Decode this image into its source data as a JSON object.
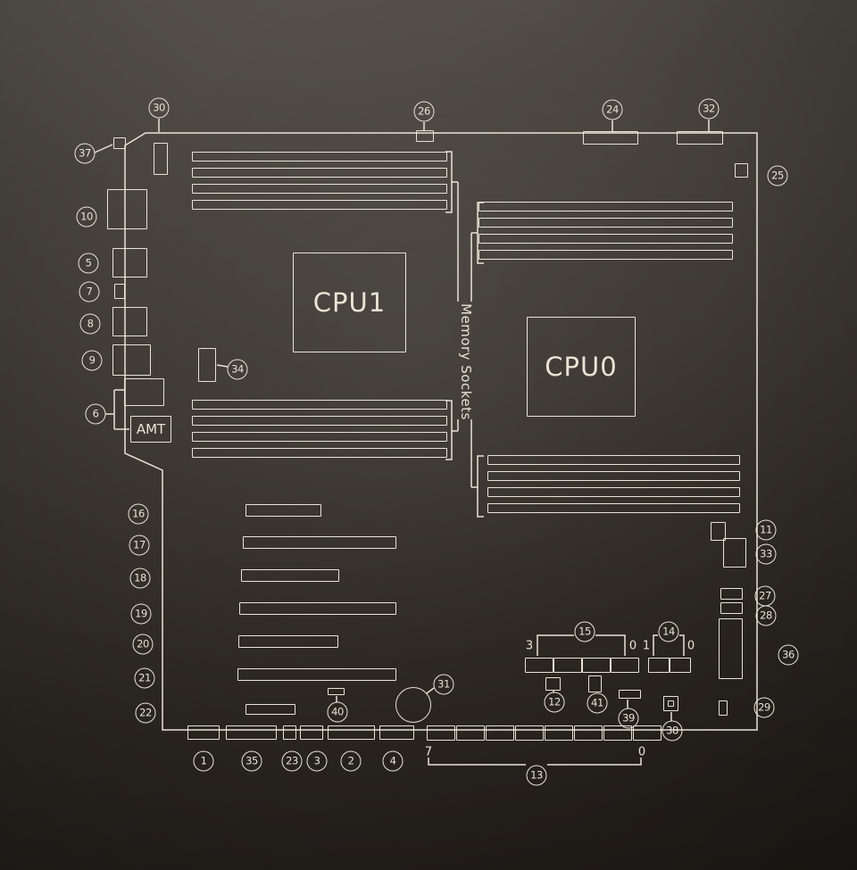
{
  "labels": {
    "cpu1": "CPU1",
    "cpu0": "CPU0",
    "amt": "AMT",
    "memory_sockets": "Memory Sockets"
  },
  "bits": {
    "j15_left": "3",
    "j15_right": "0",
    "j14_left": "1",
    "j14_right": "0",
    "j13_left": "7",
    "j13_right": "0"
  },
  "callouts": {
    "c1": "1",
    "c2": "2",
    "c3": "3",
    "c4": "4",
    "c5": "5",
    "c6": "6",
    "c7": "7",
    "c8": "8",
    "c9": "9",
    "c10": "10",
    "c11": "11",
    "c12": "12",
    "c13": "13",
    "c14": "14",
    "c15": "15",
    "c16": "16",
    "c17": "17",
    "c18": "18",
    "c19": "19",
    "c20": "20",
    "c21": "21",
    "c22": "22",
    "c23": "23",
    "c24": "24",
    "c25": "25",
    "c26": "26",
    "c27": "27",
    "c28": "28",
    "c29": "29",
    "c30": "30",
    "c31": "31",
    "c32": "32",
    "c33": "33",
    "c34": "34",
    "c35": "35",
    "c36": "36",
    "c37": "37",
    "c38": "38",
    "c39": "39",
    "c40": "40",
    "c41": "41"
  },
  "colors": {
    "line": "#e9e4d6",
    "background_top": "#5a554f",
    "background_bottom": "#211c18"
  }
}
